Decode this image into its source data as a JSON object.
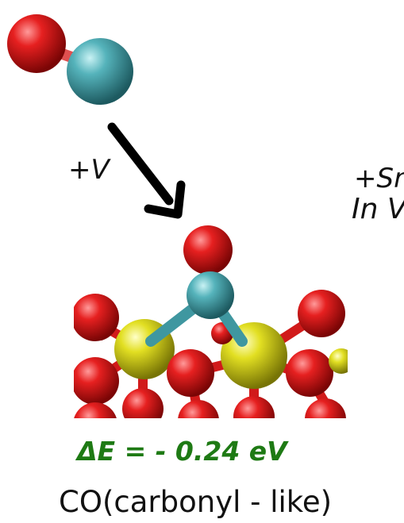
{
  "colors": {
    "oxygen": "#d11a1a",
    "carbon": "#4aa8b0",
    "tin": "#d6d41c",
    "arrow": "#000000",
    "energy": "#1e7a14"
  },
  "labels": {
    "plus_v": "+V",
    "plus_sn": "+Sn",
    "in_v": "In V",
    "delta_e": "ΔE = - 0.24 eV",
    "species": "CO(carbonyl - like)"
  }
}
